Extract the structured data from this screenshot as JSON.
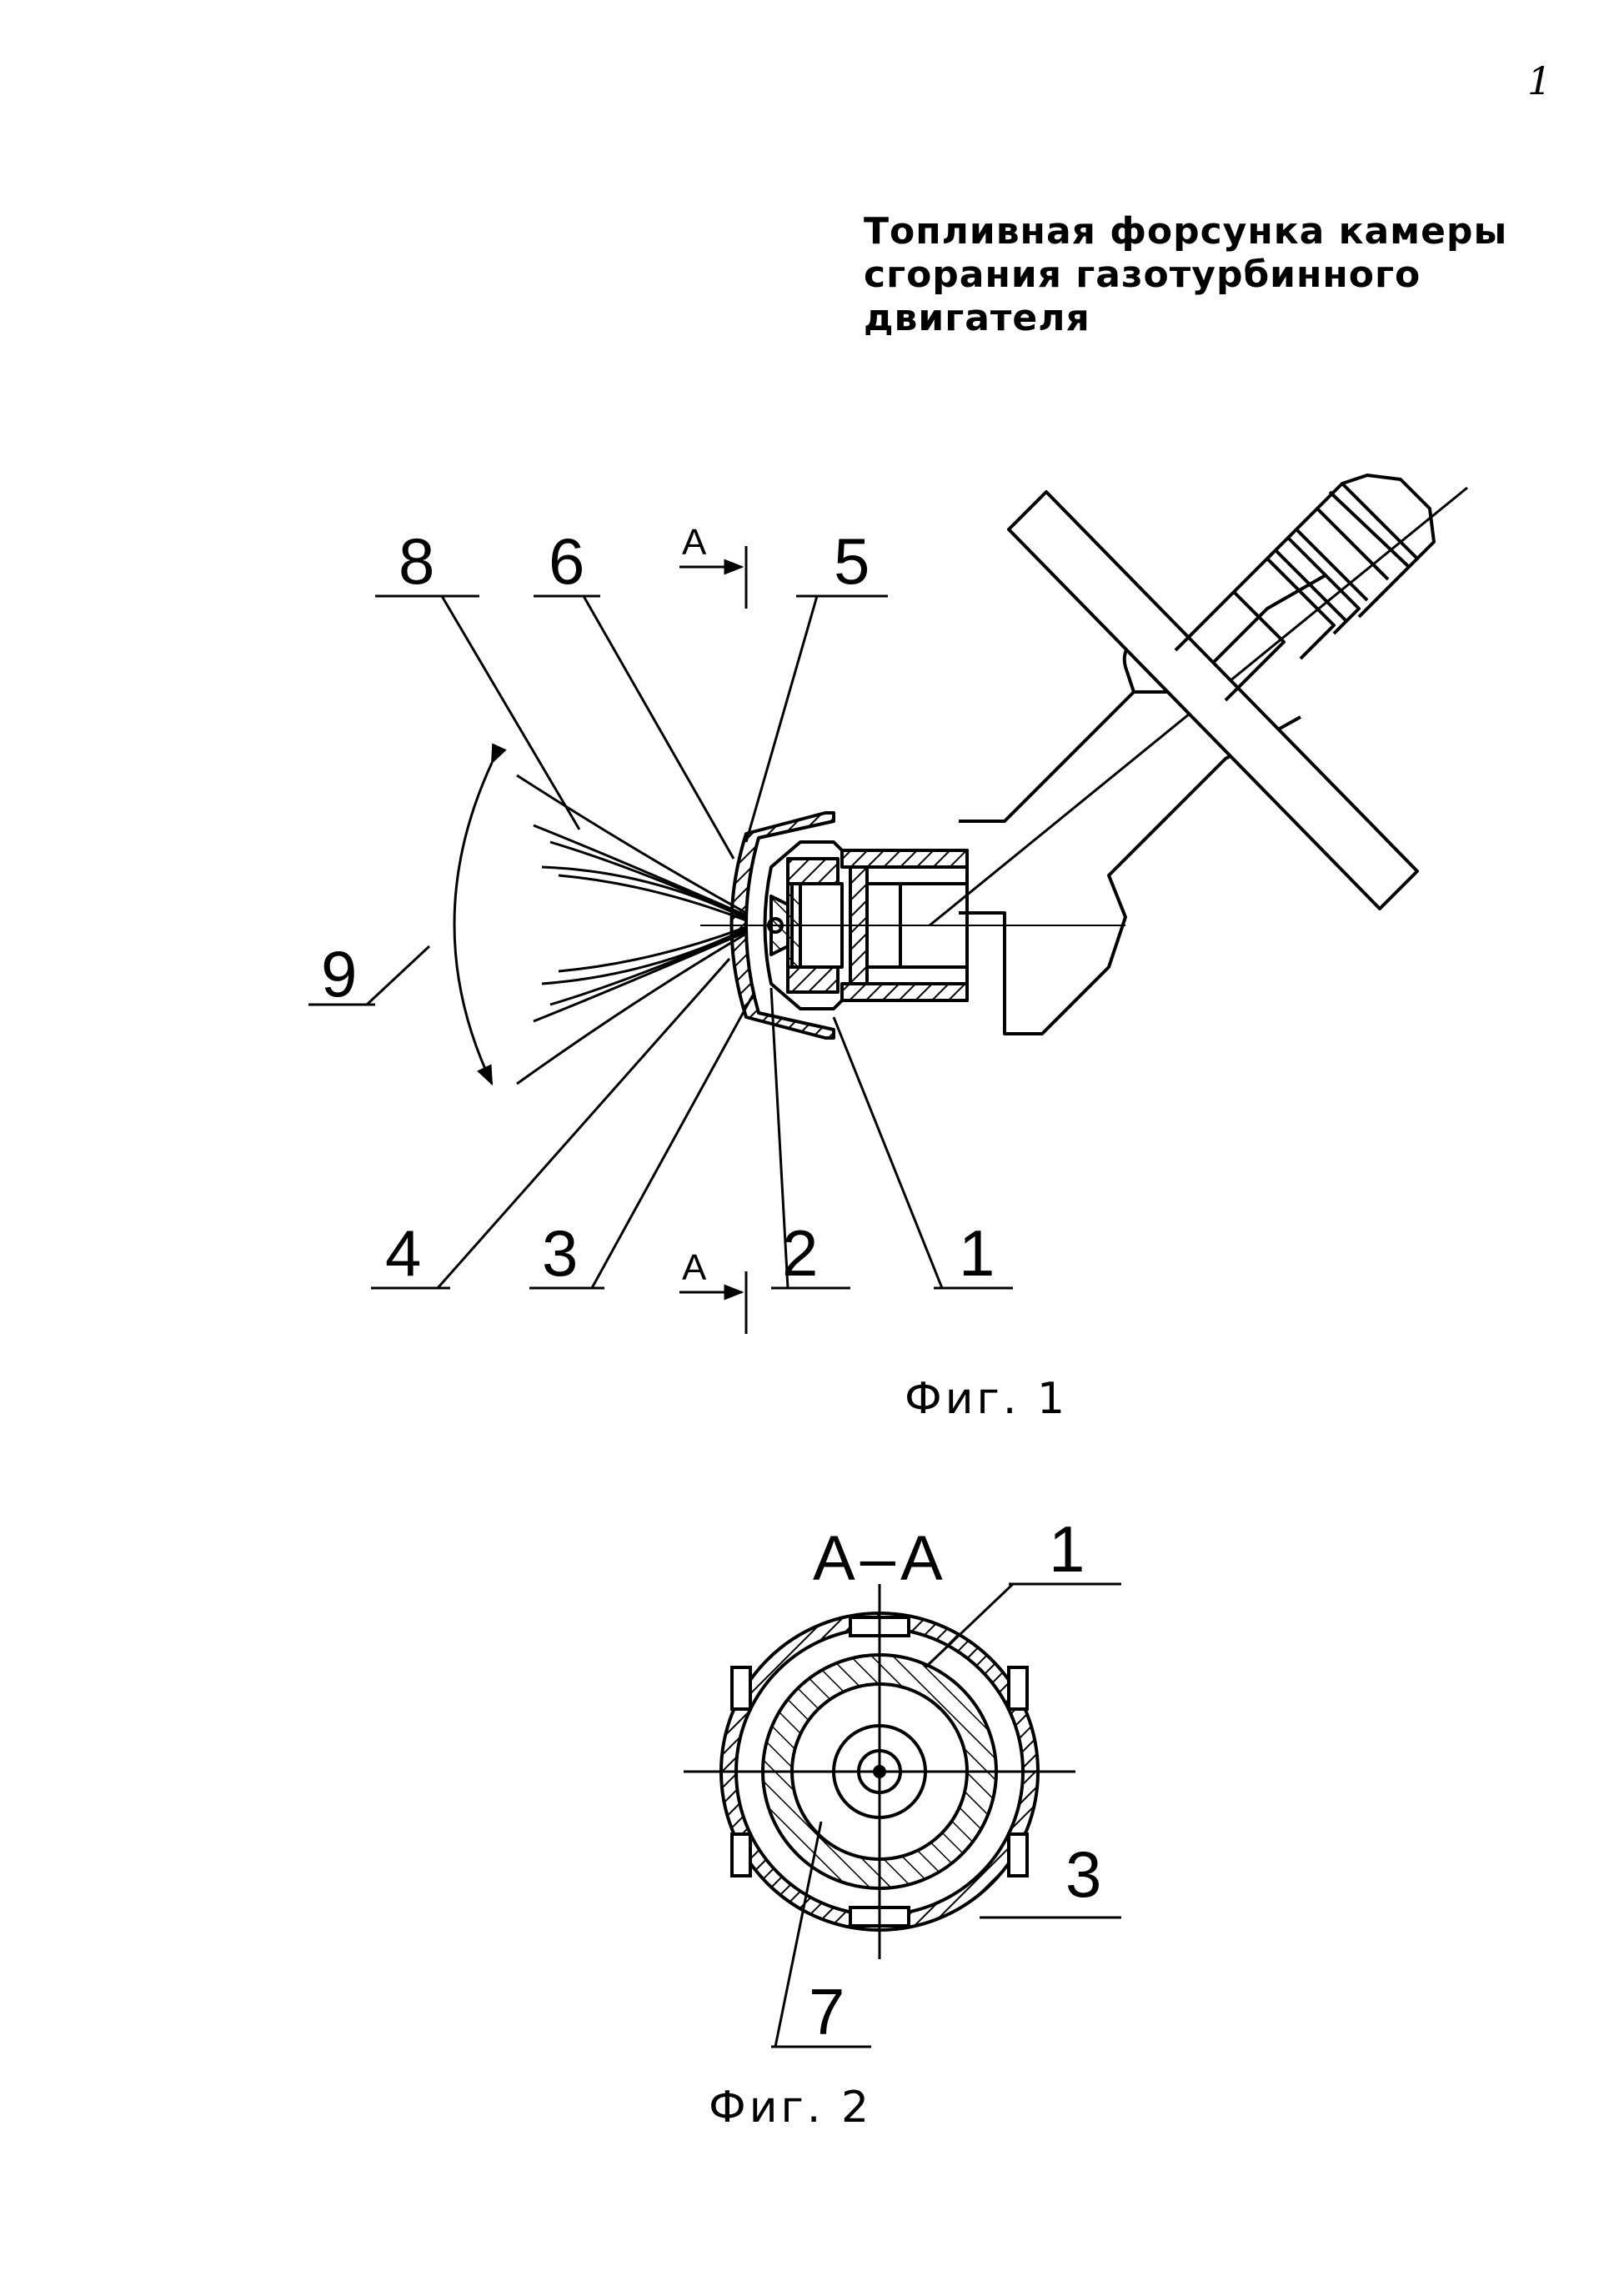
{
  "page": {
    "number": "1"
  },
  "title": {
    "lines": [
      "Топливная форсунка камеры",
      "сгорания газотурбинного",
      "двигателя"
    ]
  },
  "figure1": {
    "caption": "Фиг. 1",
    "section_marker": "А",
    "labels": {
      "l1": "1",
      "l2": "2",
      "l3": "3",
      "l4": "4",
      "l5": "5",
      "l6": "6",
      "l8": "8",
      "l9": "9"
    }
  },
  "figure2": {
    "caption": "Фиг. 2",
    "section_title": "А–А",
    "labels": {
      "l1": "1",
      "l3": "3",
      "l7": "7"
    }
  }
}
